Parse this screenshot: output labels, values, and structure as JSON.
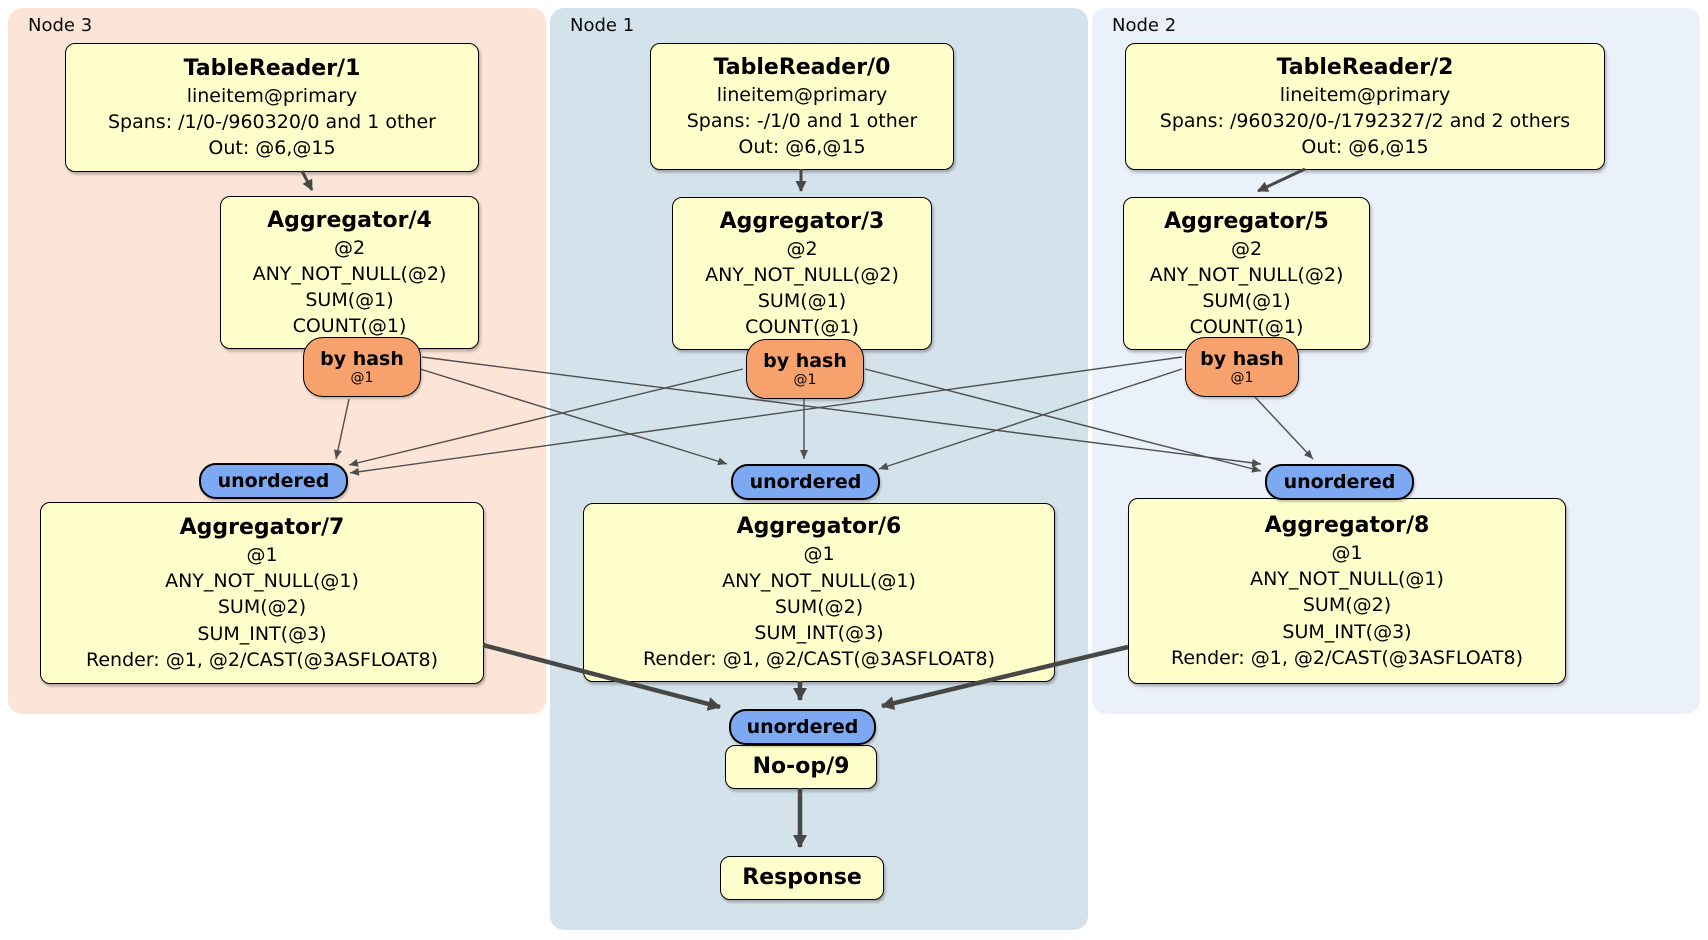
{
  "panels": {
    "node3": {
      "label": "Node 3"
    },
    "node1": {
      "label": "Node 1"
    },
    "node2": {
      "label": "Node 2"
    }
  },
  "boxes": {
    "tablereader1": {
      "title": "TableReader/1",
      "lines": [
        "lineitem@primary",
        "Spans: /1/0-/960320/0 and 1 other",
        "Out: @6,@15"
      ]
    },
    "tablereader0": {
      "title": "TableReader/0",
      "lines": [
        "lineitem@primary",
        "Spans: -/1/0 and 1 other",
        "Out: @6,@15"
      ]
    },
    "tablereader2": {
      "title": "TableReader/2",
      "lines": [
        "lineitem@primary",
        "Spans: /960320/0-/1792327/2 and 2 others",
        "Out: @6,@15"
      ]
    },
    "aggregator4": {
      "title": "Aggregator/4",
      "lines": [
        "@2",
        "ANY_NOT_NULL(@2)",
        "SUM(@1)",
        "COUNT(@1)"
      ]
    },
    "aggregator3": {
      "title": "Aggregator/3",
      "lines": [
        "@2",
        "ANY_NOT_NULL(@2)",
        "SUM(@1)",
        "COUNT(@1)"
      ]
    },
    "aggregator5": {
      "title": "Aggregator/5",
      "lines": [
        "@2",
        "ANY_NOT_NULL(@2)",
        "SUM(@1)",
        "COUNT(@1)"
      ]
    },
    "aggregator7": {
      "title": "Aggregator/7",
      "lines": [
        "@1",
        "ANY_NOT_NULL(@1)",
        "SUM(@2)",
        "SUM_INT(@3)",
        "Render: @1, @2/CAST(@3ASFLOAT8)"
      ]
    },
    "aggregator6": {
      "title": "Aggregator/6",
      "lines": [
        "@1",
        "ANY_NOT_NULL(@1)",
        "SUM(@2)",
        "SUM_INT(@3)",
        "Render: @1, @2/CAST(@3ASFLOAT8)"
      ]
    },
    "aggregator8": {
      "title": "Aggregator/8",
      "lines": [
        "@1",
        "ANY_NOT_NULL(@1)",
        "SUM(@2)",
        "SUM_INT(@3)",
        "Render: @1, @2/CAST(@3ASFLOAT8)"
      ]
    },
    "noop9": {
      "title": "No-op/9"
    },
    "response": {
      "title": "Response"
    }
  },
  "routers": {
    "by_hash": {
      "label": "by hash",
      "tag": "@1"
    },
    "unordered": {
      "label": "unordered"
    }
  },
  "colors": {
    "node3_bg": "#fce4d6",
    "node1_bg": "#d4e2eb",
    "node2_bg": "#ebf1fa",
    "box_bg": "#ffffcc",
    "by_hash_bg": "#f7a26c",
    "unordered_bg": "#7da9f2",
    "edge_thin": "#4f4f4f",
    "edge_thick": "#474747"
  }
}
